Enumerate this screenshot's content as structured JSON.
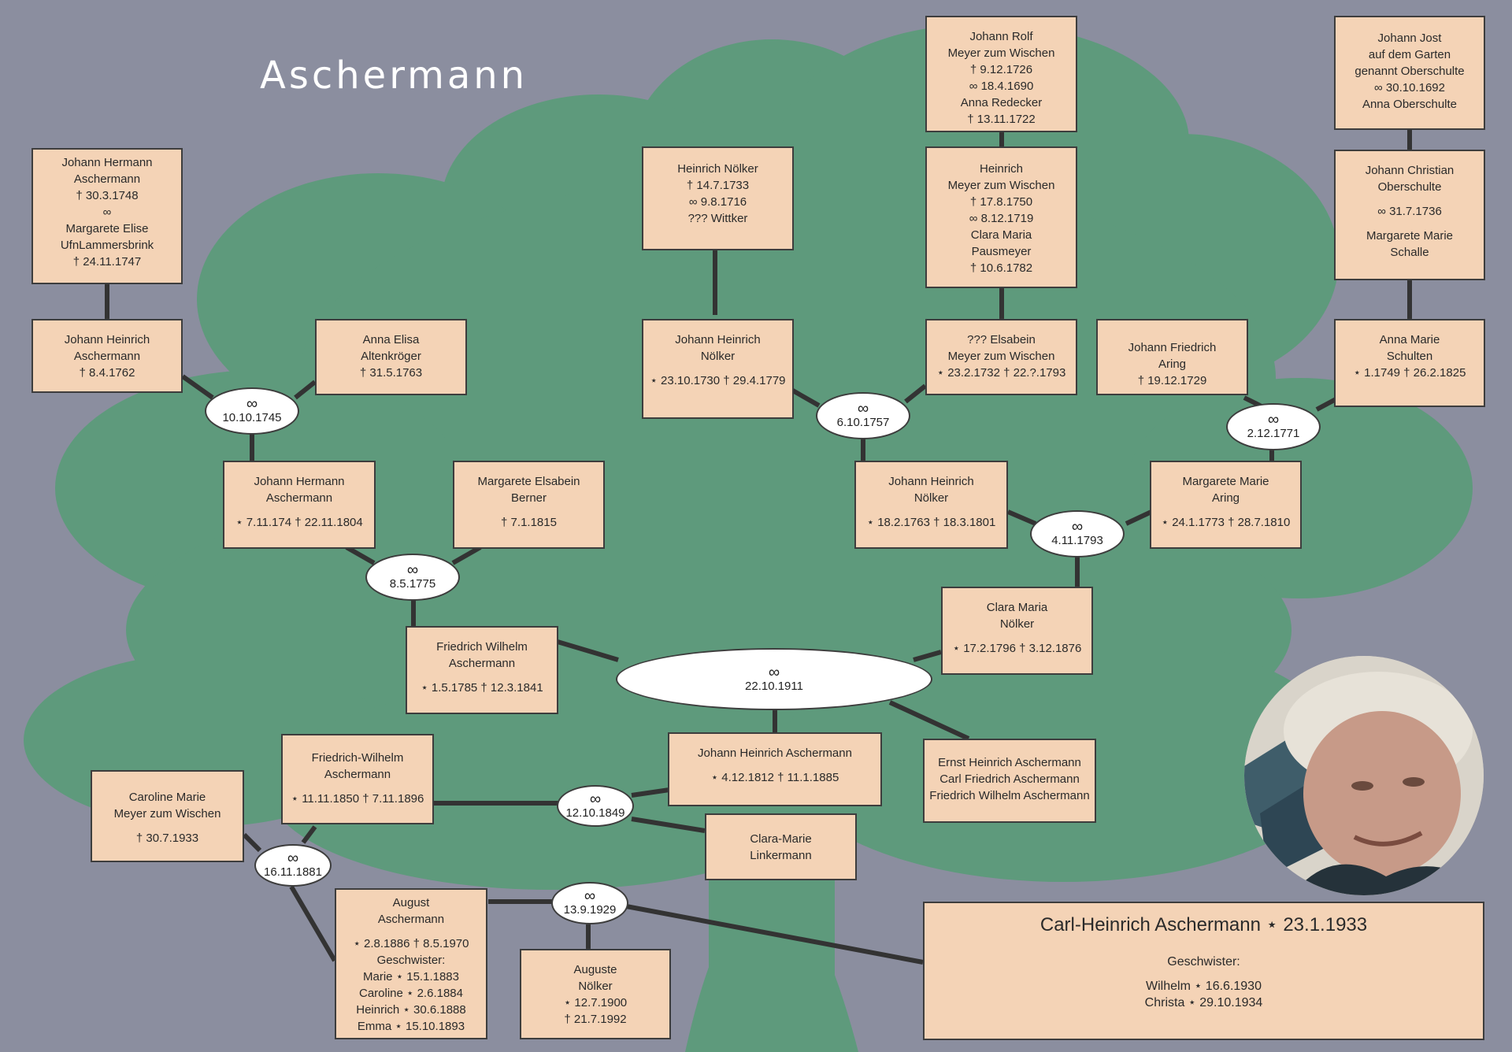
{
  "title": "Aschermann",
  "colors": {
    "background": "#8b8e9f",
    "tree": "#5e9a7c",
    "box": "#f4d3b6",
    "line": "#3d3d3d",
    "oval": "#ffffff"
  },
  "persons": {
    "jh_aschermann_1748": [
      "Johann Hermann",
      "Aschermann",
      "† 30.3.1748",
      "∞",
      "Margarete Elise",
      "UfnLammersbrink",
      "† 24.11.1747"
    ],
    "jh_aschermann_1762": [
      "Johann Heinrich",
      "Aschermann",
      "† 8.4.1762"
    ],
    "anna_elisa": [
      "Anna Elisa",
      "Altenkröger",
      "† 31.5.1763"
    ],
    "heinrich_noelker": [
      "Heinrich Nölker",
      "† 14.7.1733",
      "∞ 9.8.1716",
      "??? Wittker"
    ],
    "johann_rolf": [
      "Johann Rolf",
      "Meyer zum Wischen",
      "† 9.12.1726",
      "∞ 18.4.1690",
      "Anna Redecker",
      "† 13.11.1722"
    ],
    "heinrich_meyer": [
      "Heinrich",
      "Meyer zum Wischen",
      "† 17.8.1750",
      "∞ 8.12.1719",
      "Clara Maria",
      "Pausmeyer",
      "† 10.6.1782"
    ],
    "johann_jost": [
      "Johann Jost",
      "auf dem Garten",
      "genannt Oberschulte",
      "∞ 30.10.1692",
      "Anna Oberschulte"
    ],
    "johann_christian": [
      "Johann Christian",
      "Oberschulte",
      "",
      "∞ 31.7.1736",
      "",
      "Margarete Marie",
      "Schalle"
    ],
    "jh_noelker_1730": [
      "Johann Heinrich",
      "Nölker",
      "",
      "⋆ 23.10.1730  † 29.4.1779"
    ],
    "elsabein_meyer": [
      "??? Elsabein",
      "Meyer zum Wischen",
      "⋆ 23.2.1732  † 22.?.1793"
    ],
    "johann_friedrich_aring": [
      "Johann Friedrich",
      "Aring",
      "† 19.12.1729"
    ],
    "anna_marie_schulten": [
      "Anna Marie",
      "Schulten",
      "⋆ 1.1749  † 26.2.1825"
    ],
    "jh_aschermann_1804": [
      "Johann Hermann",
      "Aschermann",
      "",
      "⋆ 7.11.174  † 22.11.1804"
    ],
    "margarete_elsabein": [
      "Margarete Elsabein",
      "Berner",
      "",
      "† 7.1.1815"
    ],
    "jh_noelker_1763": [
      "Johann Heinrich",
      "Nölker",
      "",
      "⋆ 18.2.1763  † 18.3.1801"
    ],
    "margarete_marie_aring": [
      "Margarete Marie",
      "Aring",
      "",
      "⋆ 24.1.1773  † 28.7.1810"
    ],
    "clara_maria_noelker": [
      "Clara Maria",
      "Nölker",
      "",
      "⋆ 17.2.1796  † 3.12.1876"
    ],
    "friedrich_wilhelm_1785": [
      "Friedrich Wilhelm",
      "Aschermann",
      "",
      "⋆ 1.5.1785  † 12.3.1841"
    ],
    "jh_aschermann_1812": [
      "Johann Heinrich Aschermann",
      "",
      "⋆ 4.12.1812  † 11.1.1885"
    ],
    "siblings_1812": [
      "Ernst Heinrich Aschermann",
      "Carl Friedrich Aschermann",
      "Friedrich Wilhelm Aschermann"
    ],
    "caroline_marie": [
      "Caroline Marie",
      "Meyer zum Wischen",
      "",
      "† 30.7.1933"
    ],
    "friedrich_wilhelm_1850": [
      "Friedrich-Wilhelm",
      "Aschermann",
      "",
      "⋆ 11.11.1850  † 7.11.1896"
    ],
    "clara_marie_linkermann": [
      "Clara-Marie",
      "Linkermann"
    ],
    "august_aschermann": [
      "August",
      "Aschermann",
      "",
      "⋆ 2.8.1886  † 8.5.1970",
      "Geschwister:",
      "Marie ⋆ 15.1.1883",
      "Caroline ⋆ 2.6.1884",
      "Heinrich ⋆ 30.6.1888",
      "Emma ⋆ 15.10.1893"
    ],
    "auguste_noelker": [
      "Auguste",
      "Nölker",
      "⋆ 12.7.1900",
      "† 21.7.1992"
    ]
  },
  "main_person": {
    "name": "Carl-Heinrich Aschermann  ⋆ 23.1.1933",
    "siblings_label": "Geschwister:",
    "siblings": [
      "Wilhelm ⋆ 16.6.1930",
      "Christa ⋆ 29.10.1934"
    ]
  },
  "marriages": {
    "m1745": {
      "symbol": "∞",
      "date": "10.10.1745"
    },
    "m1757": {
      "symbol": "∞",
      "date": "6.10.1757"
    },
    "m1771": {
      "symbol": "∞",
      "date": "2.12.1771"
    },
    "m1775": {
      "symbol": "∞",
      "date": "8.5.1775"
    },
    "m1793": {
      "symbol": "∞",
      "date": "4.11.1793"
    },
    "m1911": {
      "symbol": "∞",
      "date": "22.10.1911"
    },
    "m1849": {
      "symbol": "∞",
      "date": "12.10.1849"
    },
    "m1881": {
      "symbol": "∞",
      "date": "16.11.1881"
    },
    "m1929": {
      "symbol": "∞",
      "date": "13.9.1929"
    }
  }
}
